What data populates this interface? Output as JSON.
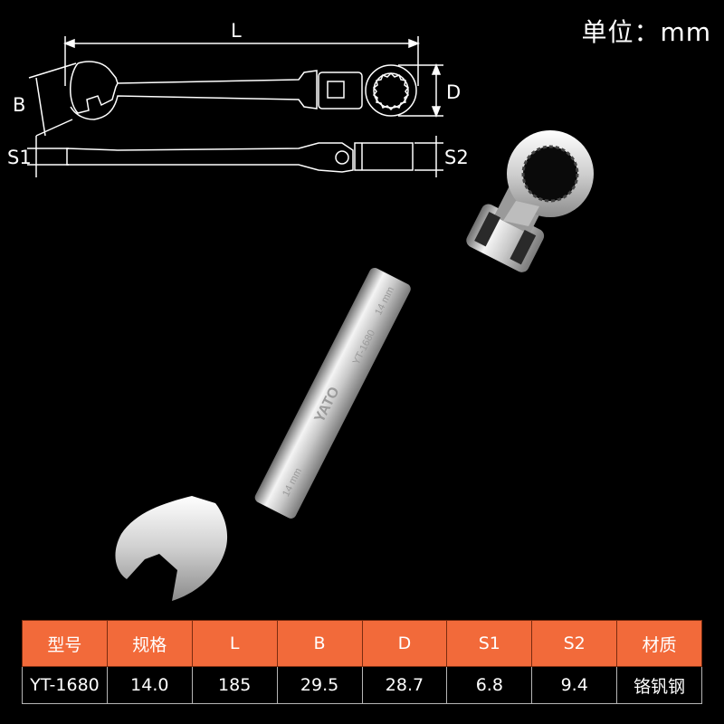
{
  "unit_label": "单位：mm",
  "dimension_labels": {
    "L": "L",
    "B": "B",
    "D": "D",
    "S1": "S1",
    "S2": "S2"
  },
  "wrench_engraving": {
    "brand": "YATO",
    "model": "YT-1680",
    "size_1": "14 mm",
    "size_2": "14 mm"
  },
  "spec_table": {
    "headers": [
      "型号",
      "规格",
      "L",
      "B",
      "D",
      "S1",
      "S2",
      "材质"
    ],
    "row": [
      "YT-1680",
      "14.0",
      "185",
      "29.5",
      "28.7",
      "6.8",
      "9.4",
      "铬钒钢"
    ]
  },
  "colors": {
    "header_bg": "#f26a3a",
    "background": "#000000",
    "line": "#ffffff"
  }
}
